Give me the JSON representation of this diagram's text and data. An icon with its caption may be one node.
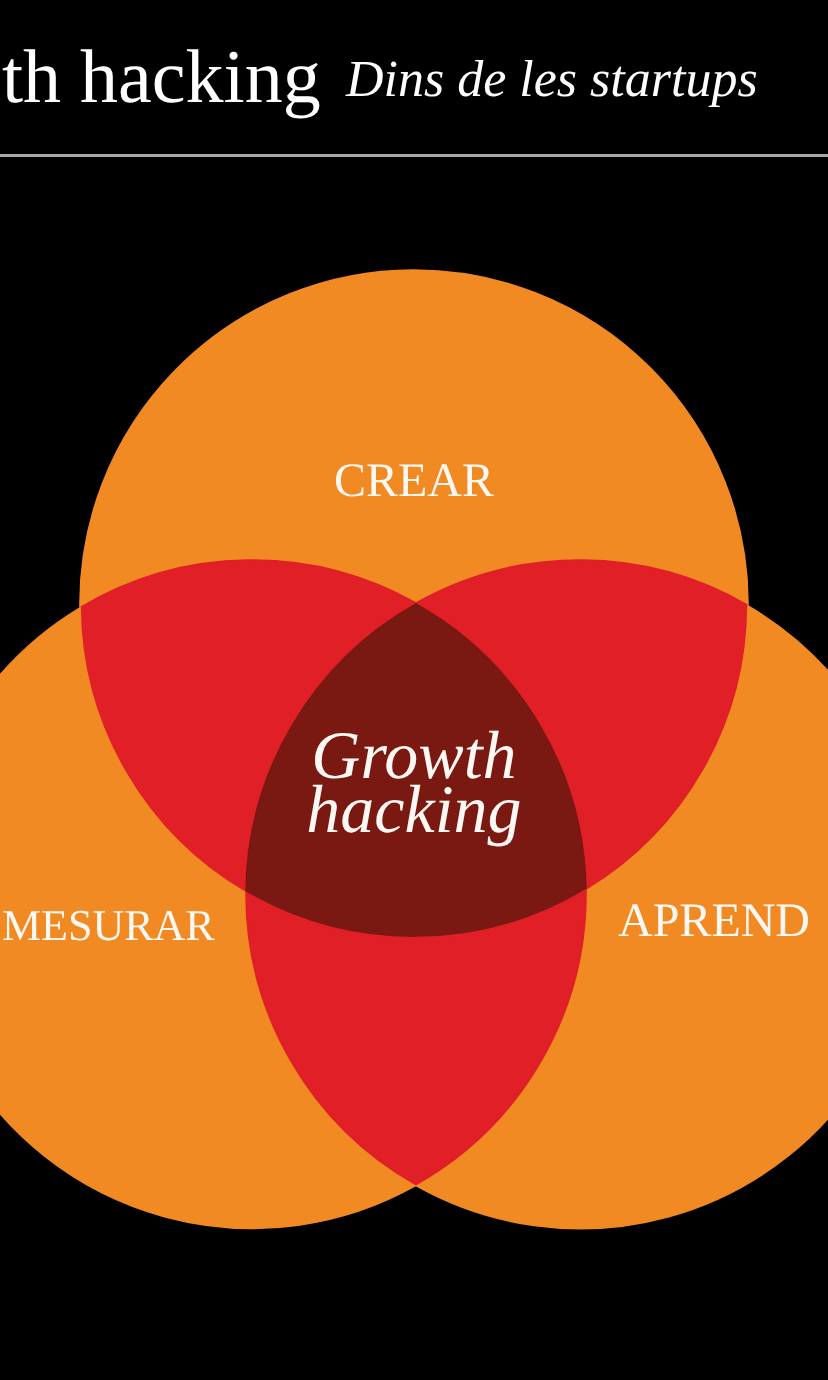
{
  "diagram": {
    "title": "th hacking",
    "nodes": [
      {
        "text": [
          "CREAR"
        ]
      },
      {
        "text": [],
        "shape": "lens"
      },
      {
        "text": [],
        "shape": "lens"
      },
      {
        "text": [
          "Growth hacking"
        ]
      },
      {
        "text": [
          "MESURAR"
        ]
      },
      {
        "text": [
          "APREND"
        ]
      },
      {
        "text": [],
        "shape": "lens"
      }
    ],
    "labels": [
      "Dins de les startups"
    ]
  }
}
